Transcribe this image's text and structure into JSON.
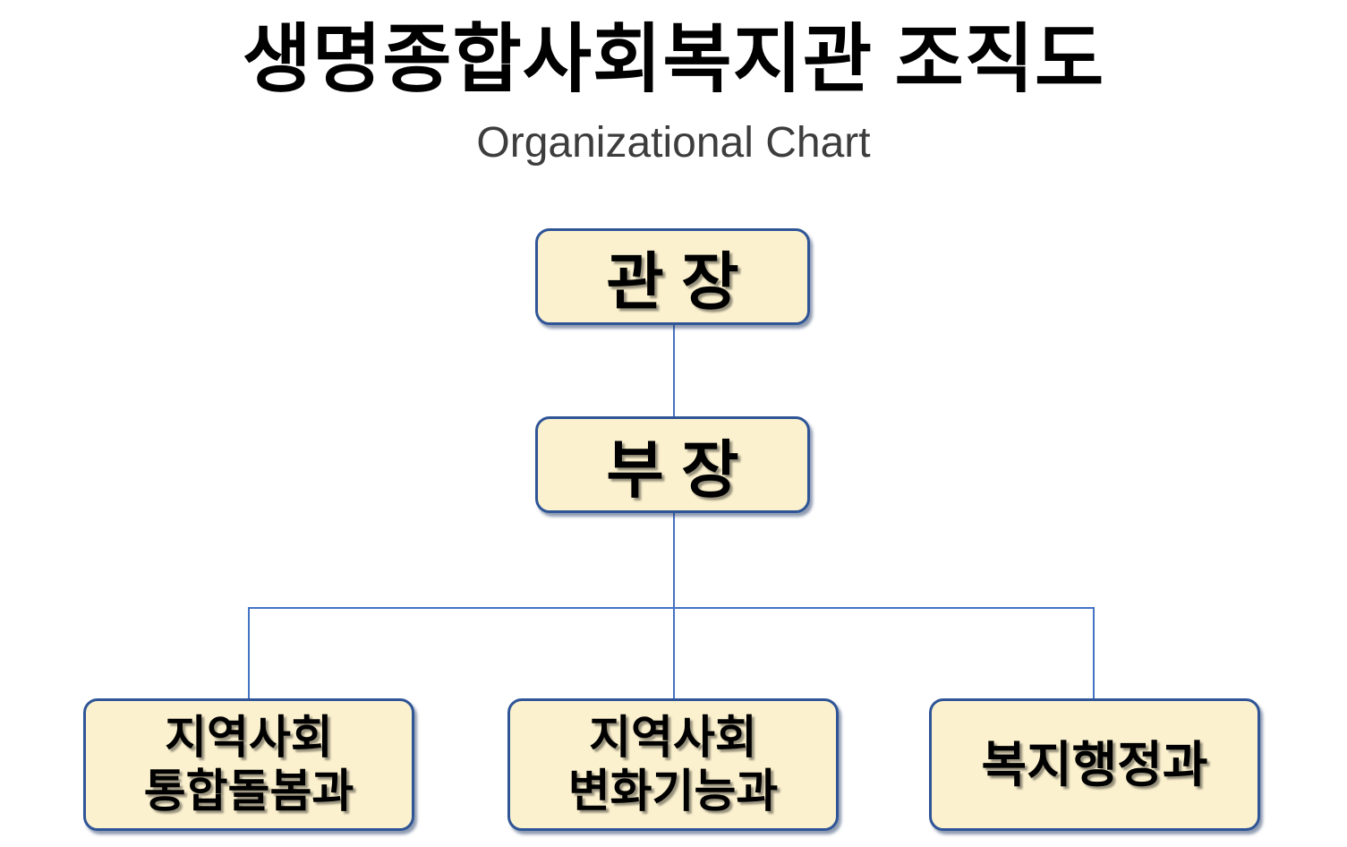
{
  "header": {
    "title": "생명종합사회복지관 조직도",
    "subtitle": "Organizational Chart"
  },
  "org": {
    "director": {
      "label": "관 장"
    },
    "manager": {
      "label": "부 장"
    },
    "departments": [
      {
        "label": "지역사회\n통합돌봄과"
      },
      {
        "label": "지역사회\n변화기능과"
      },
      {
        "label": "복지행정과"
      }
    ],
    "hierarchy_note": "director > manager > 3 departments"
  },
  "colors": {
    "box_fill": "#FBF1CF",
    "box_border": "#2F5597",
    "connector": "#4472C4",
    "title_text": "#000000",
    "subtitle_text": "#3D3D3D",
    "background": "#FFFFFF"
  }
}
